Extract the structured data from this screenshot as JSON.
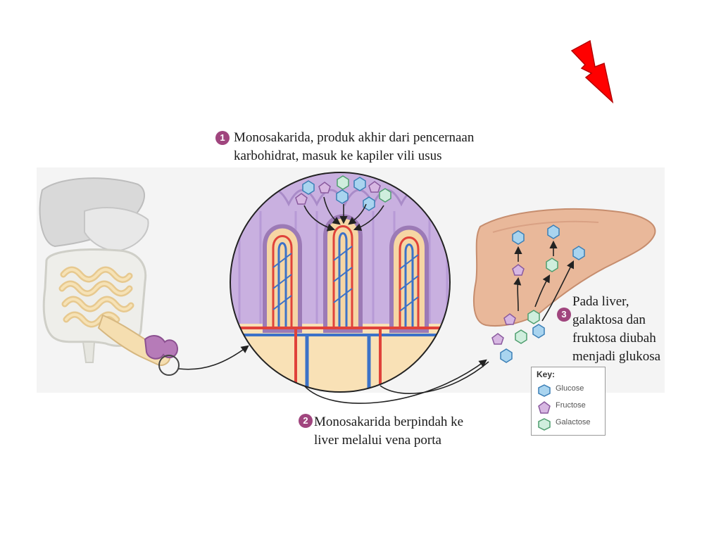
{
  "captions": {
    "step1": {
      "badge": "1",
      "lines": [
        "Monosakarida, produk akhir dari pencernaan",
        "karbohidrat, masuk ke kapiler vili usus"
      ]
    },
    "step2": {
      "badge": "2",
      "lines": [
        "Monosakarida berpindah ke",
        "liver melalui vena porta"
      ]
    },
    "step3": {
      "badge": "3",
      "lines": [
        "Pada liver,",
        "galaktosa dan",
        "fruktosa diubah",
        "menjadi glukosa"
      ]
    }
  },
  "key": {
    "title": "Key:",
    "items": [
      {
        "label": "Glucose",
        "shape": "hexagon",
        "fill": "#a9d4ef",
        "stroke": "#3b7fb6"
      },
      {
        "label": "Fructose",
        "shape": "pentagon",
        "fill": "#d7b7e2",
        "stroke": "#8a5a9e"
      },
      {
        "label": "Galactose",
        "shape": "hexagon",
        "fill": "#cfeedd",
        "stroke": "#4f9e6f"
      }
    ]
  },
  "colors": {
    "badge": "#a0457e",
    "lightning": "#ff0000",
    "liver": "#e9b89a",
    "villus_tissue": "#c7aee0",
    "artery": "#e0423a",
    "vein": "#3c72c8",
    "submucosa": "#f9e1b6"
  }
}
